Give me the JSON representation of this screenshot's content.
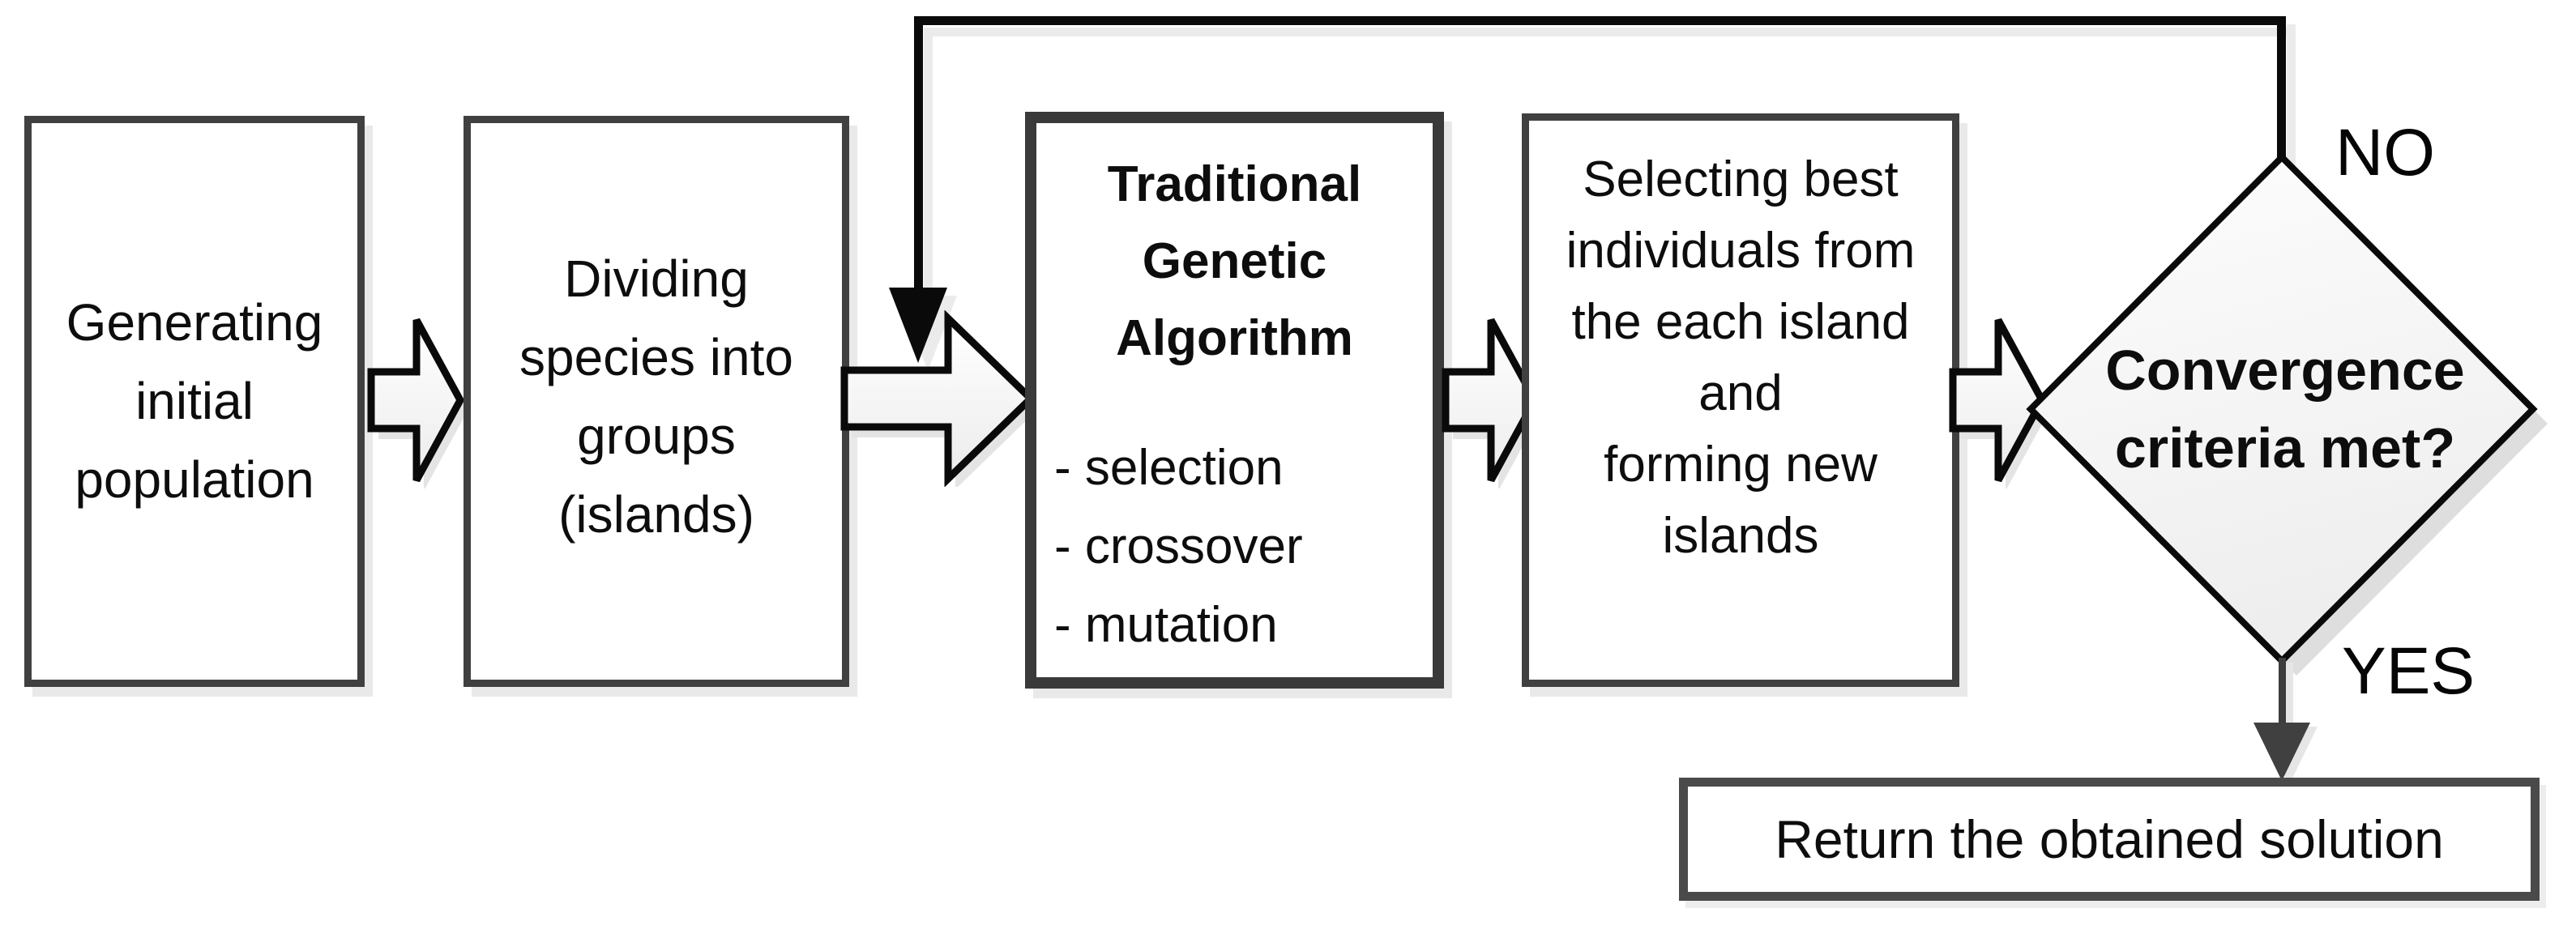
{
  "flowchart": {
    "boxes": [
      {
        "id": "generate",
        "label": "Generating initial population",
        "lines": [
          "Generating",
          "initial",
          "population"
        ]
      },
      {
        "id": "divide",
        "label": "Dividing species into groups (islands)",
        "lines": [
          "Dividing",
          "species into",
          "groups",
          "(islands)"
        ]
      },
      {
        "id": "tga",
        "title": "Traditional Genetic Algorithm",
        "title_lines": [
          "Traditional",
          "Genetic",
          "Algorithm"
        ],
        "items": [
          "- selection",
          "- crossover",
          "- mutation"
        ]
      },
      {
        "id": "select",
        "label": "Selecting best individuals from the each island and forming new islands",
        "lines": [
          "Selecting best",
          "individuals from",
          "the each island",
          "and",
          "forming new",
          "islands"
        ]
      }
    ],
    "decision": {
      "label": "Convergence criteria met?",
      "lines": [
        "Convergence",
        "criteria met?"
      ]
    },
    "edges": {
      "no_label": "NO",
      "yes_label": "YES"
    },
    "result": {
      "label": "Return the obtained solution"
    },
    "colors": {
      "box_border": "#404040",
      "shape_outline": "#0a0a0a",
      "shadow": "#e9e9e9",
      "shape_fill_top": "#ffffff",
      "shape_fill_bottom": "#ececec"
    }
  }
}
